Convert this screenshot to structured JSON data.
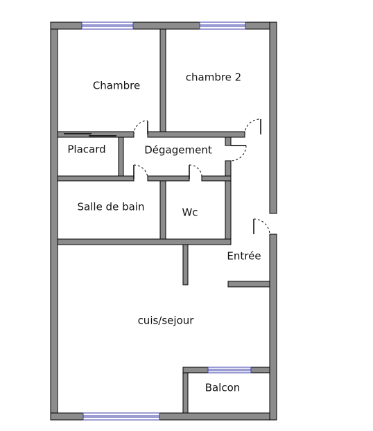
{
  "plan": {
    "rooms": [
      {
        "key": "chambre",
        "label": "Chambre"
      },
      {
        "key": "chambre2",
        "label": "chambre 2"
      },
      {
        "key": "placard",
        "label": "Placard"
      },
      {
        "key": "degagement",
        "label": "Dégagement"
      },
      {
        "key": "salle_de_bain",
        "label": "Salle de bain"
      },
      {
        "key": "wc",
        "label": "Wc"
      },
      {
        "key": "entree",
        "label": "Entrée"
      },
      {
        "key": "cuis_sejour",
        "label": "cuis/sejour"
      },
      {
        "key": "balcon",
        "label": "Balcon"
      }
    ],
    "colors": {
      "wall": "#8c8c8c",
      "window": "#3a3aa8",
      "background": "#ffffff"
    }
  }
}
